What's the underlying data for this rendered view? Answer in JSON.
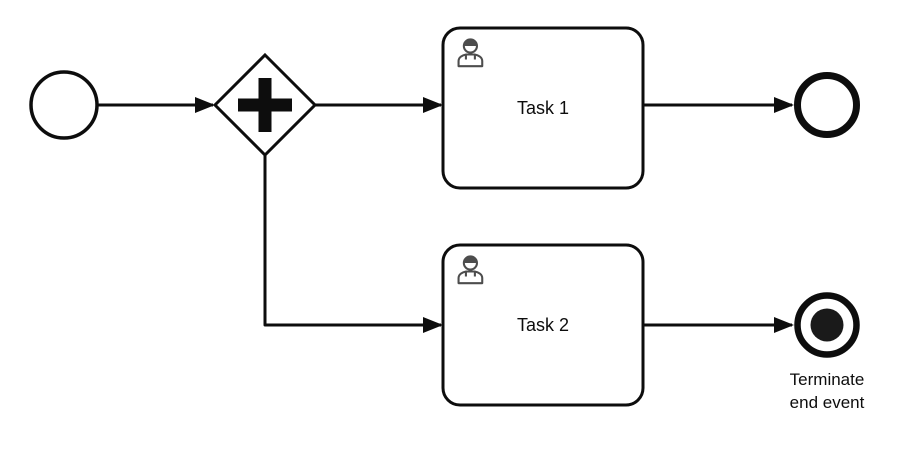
{
  "diagram": {
    "kind": "bpmn-process-diagram",
    "colors": {
      "stroke": "#0d0d0d",
      "shape_fill": "#ffffff",
      "terminate_fill": "#1a1a1a",
      "icon_stroke": "#4d4d4d"
    },
    "nodes": {
      "start_event": {
        "type": "start-event"
      },
      "gateway": {
        "type": "parallel-gateway",
        "icon": "plus-icon"
      },
      "task1": {
        "type": "user-task",
        "icon": "user-icon",
        "label": "Task 1"
      },
      "task2": {
        "type": "user-task",
        "icon": "user-icon",
        "label": "Task 2"
      },
      "end_event": {
        "type": "end-event"
      },
      "terminate_end_event": {
        "type": "terminate-end-event",
        "label": "Terminate end event"
      }
    },
    "flows": [
      {
        "from": "start_event",
        "to": "gateway"
      },
      {
        "from": "gateway",
        "to": "task1"
      },
      {
        "from": "task1",
        "to": "end_event"
      },
      {
        "from": "gateway",
        "to": "task2"
      },
      {
        "from": "task2",
        "to": "terminate_end_event"
      }
    ]
  }
}
